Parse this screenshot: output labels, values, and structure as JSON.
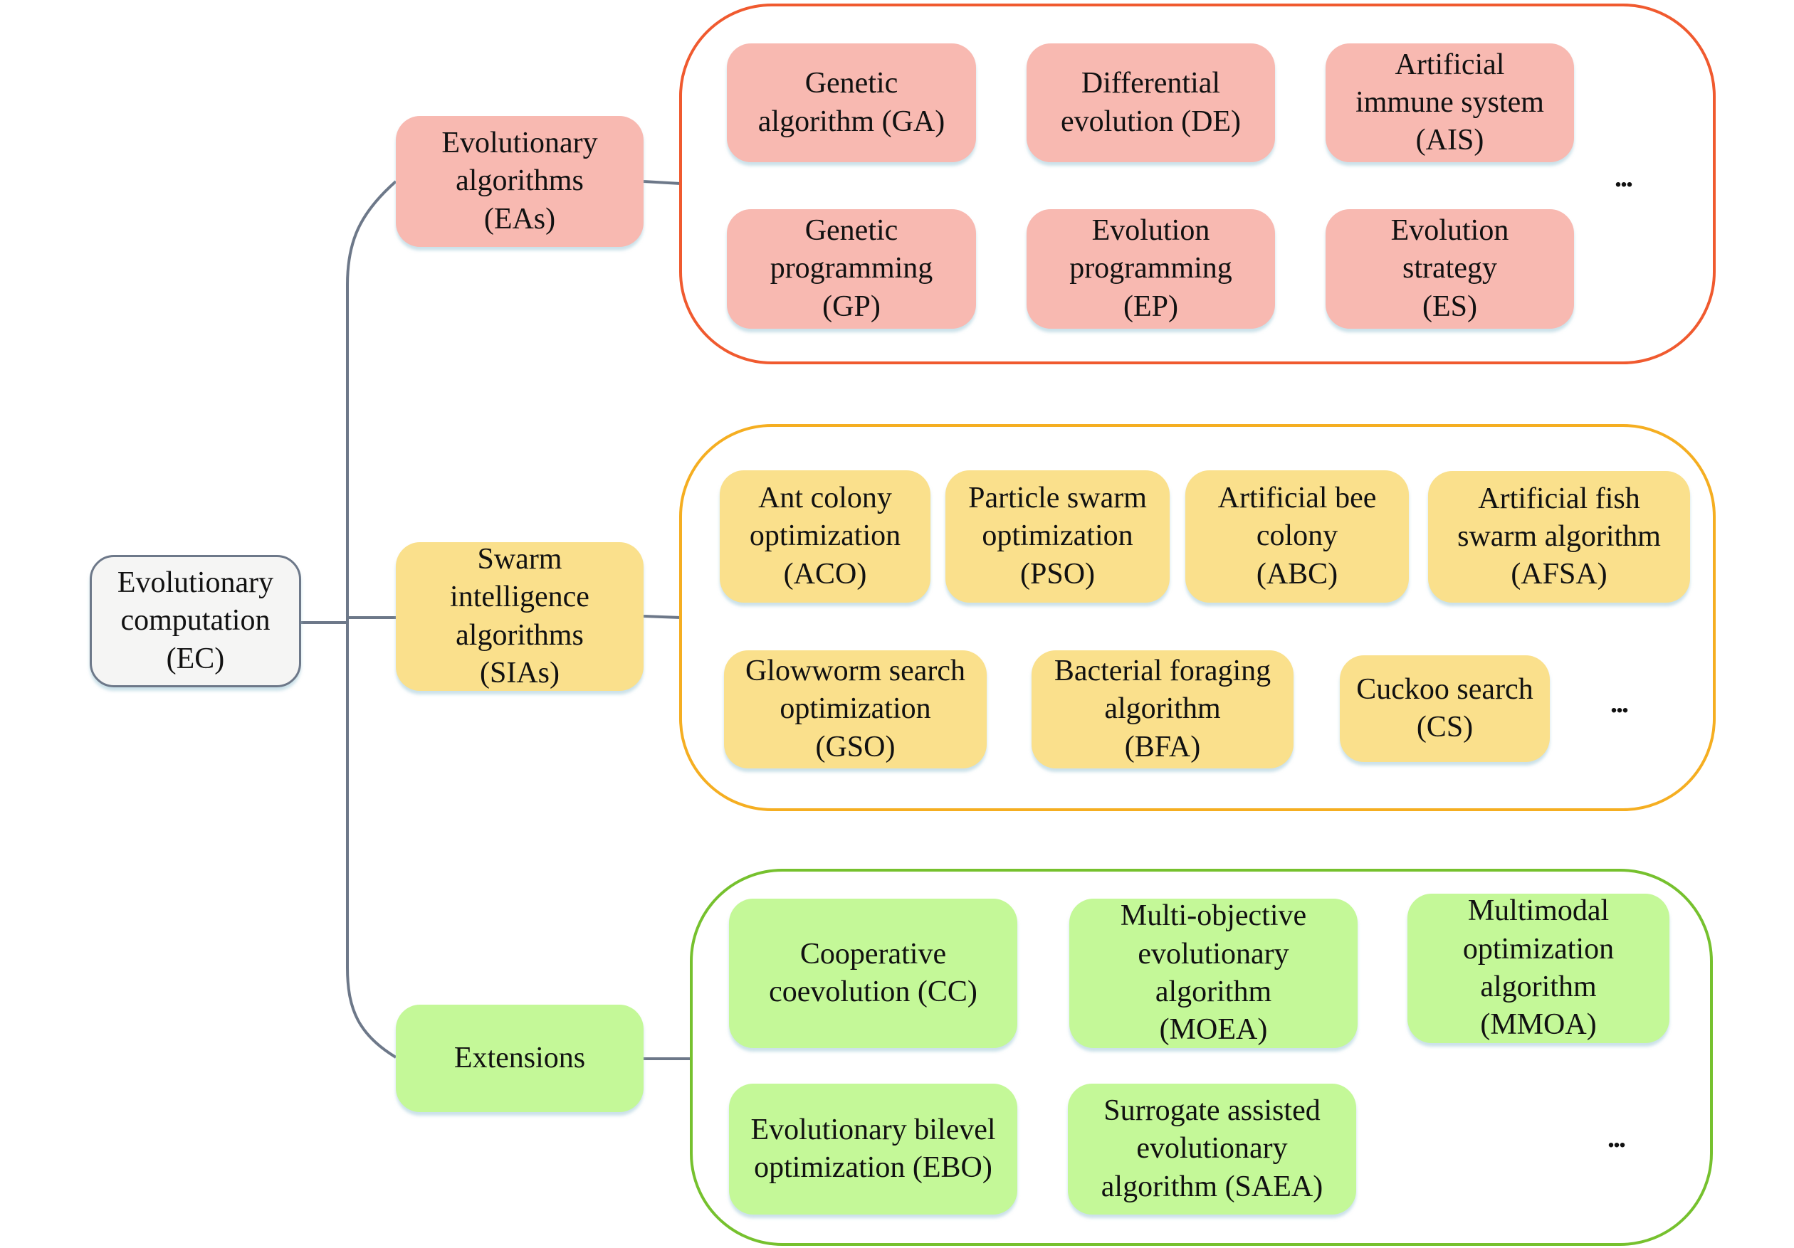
{
  "root": {
    "label": "Evolutionary\ncomputation\n(EC)"
  },
  "branches": [
    {
      "label": "Evolutionary\nalgorithms\n(EAs)",
      "color": "#f8b9b1",
      "border_color": "#f05a2f",
      "items": [
        "Genetic\nalgorithm (GA)",
        "Differential\nevolution (DE)",
        "Artificial\nimmune system\n(AIS)",
        "Genetic\nprogramming\n(GP)",
        "Evolution\nprogramming\n(EP)",
        "Evolution\nstrategy\n(ES)"
      ],
      "more": "..."
    },
    {
      "label": "Swarm\nintelligence\nalgorithms\n(SIAs)",
      "color": "#fae08c",
      "border_color": "#f5ae21",
      "items": [
        "Ant colony\noptimization\n(ACO)",
        "Particle swarm\noptimization\n(PSO)",
        "Artificial bee\ncolony\n(ABC)",
        "Artificial fish\nswarm algorithm\n(AFSA)",
        "Glowworm search\noptimization\n(GSO)",
        "Bacterial foraging\nalgorithm\n(BFA)",
        "Cuckoo search\n(CS)"
      ],
      "more": "..."
    },
    {
      "label": "Extensions",
      "color": "#c4f898",
      "border_color": "#76c12e",
      "items": [
        "Cooperative\ncoevolution (CC)",
        "Multi-objective\nevolutionary\nalgorithm\n(MOEA)",
        "Multimodal\noptimization\nalgorithm\n(MMOA)",
        "Evolutionary bilevel\noptimization (EBO)",
        "Surrogate assisted\nevolutionary\nalgorithm (SAEA)"
      ],
      "more": "..."
    }
  ],
  "connector_color": "#6d7889"
}
